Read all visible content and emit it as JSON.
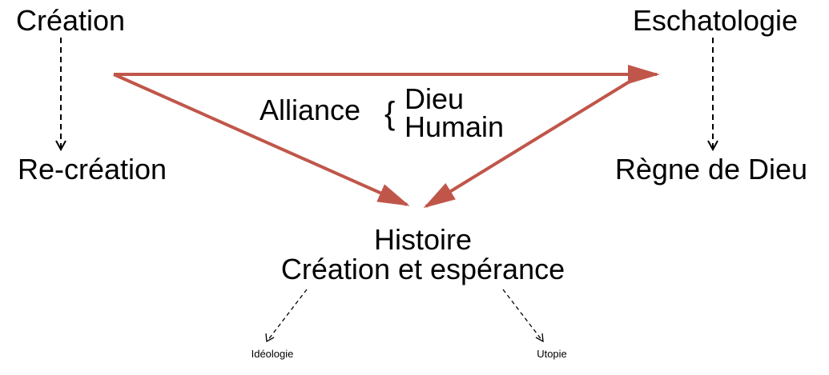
{
  "nodes": {
    "creation": "Création",
    "recreation": "Re-création",
    "eschatologie": "Eschatologie",
    "regne": "Règne de Dieu",
    "histoire": "Histoire",
    "histoire_sub": "Création et espérance",
    "ideologie": "Idéologie",
    "utopie": "Utopie"
  },
  "alliance": {
    "label": "Alliance",
    "brace": "{",
    "items": [
      "Dieu",
      "Humain"
    ]
  },
  "colors": {
    "arrow": "#c0564a",
    "dashed": "#000000",
    "text": "#000000"
  }
}
